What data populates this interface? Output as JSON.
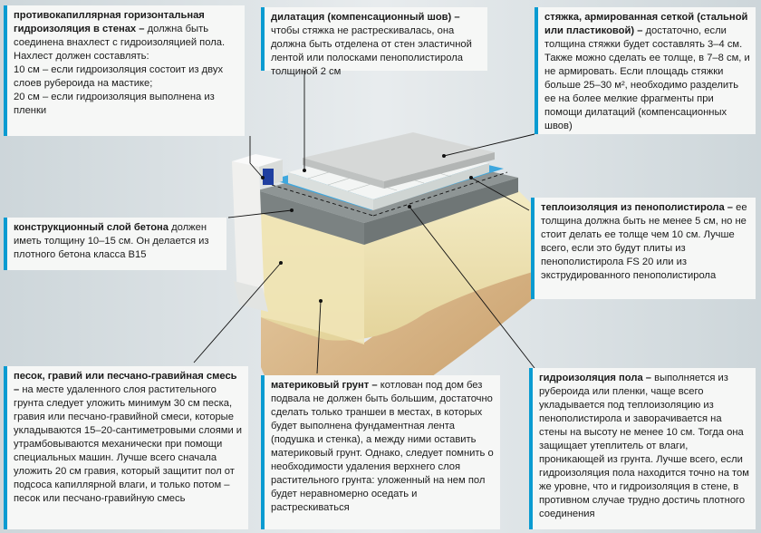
{
  "colors": {
    "accent": "#0a9bd1",
    "screed": "#d6d8d7",
    "insulation": "#f2f4f3",
    "waterproofing": "#3ea7de",
    "concrete": "#8e9595",
    "sand": "#eee3b0",
    "soil": "#d8b788",
    "wall": "#f0f0ee"
  },
  "callouts": {
    "capillary": {
      "title": "противокапиллярная горизонтальная гидроизоляция в стенах –",
      "lines": [
        "должна быть соединена внахлест с гидроизоляцией пола.",
        "Нахлест должен составлять:",
        "10 см – если гидроизоляция состоит из двух слоев рубероида на мастике;",
        "20 см – если гидроизоляция выполнена из пленки"
      ]
    },
    "dilatation": {
      "title": "дилатация (компенсационный шов) –",
      "text": "чтобы стяжка не растрескивалась, она должна быть отделена от стен эластичной лентой или полосками пенополистирола толщиной 2 см"
    },
    "screed": {
      "title": "стяжка, армированная сеткой (стальной или пластиковой) –",
      "text": "достаточно, если толщина стяжки будет составлять 3–4 см. Также можно сделать ее толще, в 7–8 см, и не армировать. Если площадь стяжки больше 25–30 м², необходимо разделить ее на более мелкие фрагменты при помощи дилатаций (компенсационных швов)"
    },
    "concrete": {
      "title": "конструкционный слой бетона",
      "text": "должен иметь толщину 10–15 см. Он делается из плотного бетона класса В15"
    },
    "insulation": {
      "title": "теплоизоляция из пенополистирола –",
      "text": "ее толщина должна быть не менее 5 см, но не стоит делать ее толще чем 10 см. Лучше всего, если это будут плиты из пенополистирола FS 20 или из экструдированного пенополистирола"
    },
    "sand": {
      "title": "песок, гравий или песчано-гравийная смесь –",
      "text": "на месте удаленного слоя растительного грунта следует уложить минимум 30 см песка, гравия или песчано-гравийной смеси, которые укладываются 15–20-сантиметровыми слоями и утрамбовываются механически при помощи специальных машин. Лучше всего сначала уложить 20 см гравия, который защитит пол от подсоса капиллярной влаги, и только потом – песок или песчано-гравийную смесь"
    },
    "soil": {
      "title": "материковый грунт –",
      "text": "котлован под дом без подвала не должен быть большим, достаточно сделать только траншеи в местах, в которых будет выполнена фундаментная лента (подушка и стенка), а между ними оставить материковый грунт. Однако, следует помнить о необходимости удаления верхнего слоя растительного грунта: уложенный на нем пол будет неравномерно оседать и растрескиваться"
    },
    "floor_wp": {
      "title": "гидроизоляция пола –",
      "text": "выполняется из рубероида или пленки, чаще всего укладывается под теплоизоляцию из пенополистирола и заворачивается на стены на высоту не менее 10 см. Тогда она защищает утеплитель от влаги, проникающей из грунта. Лучше всего, если гидроизоляция пола находится точно на том же уровне, что и гидроизоляция в стене, в противном случае трудно достичь плотного соединения"
    }
  }
}
